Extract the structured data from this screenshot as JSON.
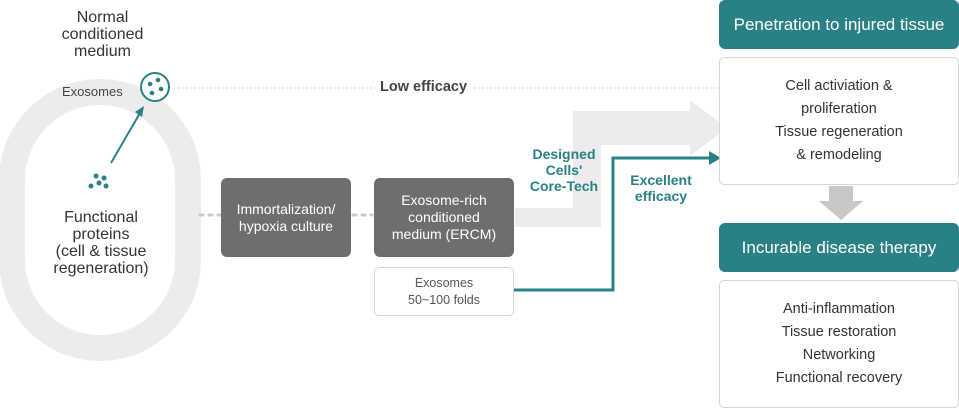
{
  "left": {
    "normal_medium": [
      "Normal",
      "conditioned",
      "medium"
    ],
    "exosomes": "Exosomes",
    "functional": [
      "Functional",
      "proteins",
      "(cell & tissue",
      "regeneration)"
    ]
  },
  "middle": {
    "immortalization": [
      "Immortalization/",
      "hypoxia culture"
    ],
    "ercm": [
      "Exosome-rich",
      "conditioned",
      "medium (ERCM)"
    ],
    "exosomes_folds": [
      "Exosomes",
      "50~100 folds"
    ]
  },
  "arrows": {
    "low_efficacy": "Low efficacy",
    "designed": [
      "Designed",
      "Cells'",
      "Core-Tech"
    ],
    "excellent": [
      "Excellent",
      "efficacy"
    ]
  },
  "right": {
    "penetration_header": "Penetration to injured tissue",
    "penetration_items": [
      "Cell activiation &",
      "proliferation",
      "Tissue regeneration",
      "& remodeling"
    ],
    "therapy_header": "Incurable disease therapy",
    "therapy_items": [
      "Anti-inflammation",
      "Tissue restoration",
      "Networking",
      "Functional recovery"
    ]
  },
  "colors": {
    "teal": "#2a8185",
    "gray_box": "#6e6e6e",
    "light_shape": "#ececec",
    "arrow_gray": "#c8c8c8"
  }
}
